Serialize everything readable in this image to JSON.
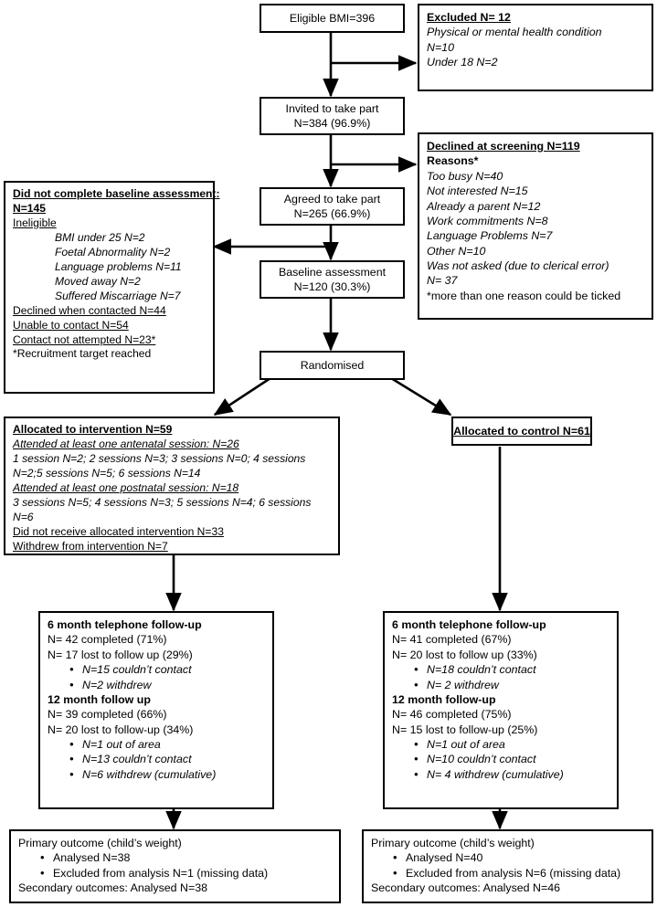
{
  "diagram": {
    "title": "CONSORT participant flow diagram",
    "line_color": "#000000",
    "box_border_color": "#000000",
    "background": "#ffffff"
  },
  "nodes": {
    "eligible": {
      "line1": "Eligible BMI=396"
    },
    "excluded": {
      "heading": "Excluded N= 12",
      "items": [
        "Physical or mental health condition",
        "N=10",
        "Under 18 N=2"
      ]
    },
    "invited": {
      "line1": "Invited to take part",
      "line2": "N=384 (96.9%)"
    },
    "declined_screening": {
      "heading": "Declined at screening N=119",
      "subheading": "Reasons*",
      "reasons": [
        "Too busy N=40",
        "Not interested N=15",
        "Already a parent N=12",
        "Work commitments N=8",
        "Language Problems N=7",
        "Other N=10",
        "Was not asked (due to clerical error)",
        "N= 37"
      ],
      "footnote": "*more than one reason could be ticked"
    },
    "agreed": {
      "line1": "Agreed to take part",
      "line2": "N=265 (66.9%)"
    },
    "not_baseline": {
      "heading": "Did not complete baseline assessment:",
      "heading2": "N=145",
      "subheading": "Ineligible",
      "reasons": [
        "BMI under 25 N=2",
        "Foetal Abnormality N=2",
        "Language problems N=11",
        "Moved away N=2",
        "Suffered Miscarriage N=7"
      ],
      "extra": [
        "Declined when contacted N=44",
        "Unable to contact N=54",
        "Contact not attempted N=23*"
      ],
      "footnote": "*Recruitment target reached"
    },
    "baseline": {
      "line1": "Baseline assessment",
      "line2": "N=120 (30.3%)"
    },
    "randomised": {
      "line1": "Randomised"
    },
    "allocated_intervention": {
      "heading": "Allocated to intervention N=59",
      "antenatal_heading": "Attended at least one antenatal session: N=26",
      "antenatal_detail": [
        "1 session N=2; 2 sessions N=3; 3 sessions N=0; 4 sessions",
        "N=2;5 sessions N=5; 6 sessions N=14"
      ],
      "postnatal_heading": "Attended at least one postnatal session: N=18",
      "postnatal_detail": [
        "3 sessions N=5; 4 sessions N=3; 5 sessions N=4; 6 sessions",
        "N=6"
      ],
      "not_received": "Did not receive allocated intervention N=33",
      "withdrew": "Withdrew from intervention N=7"
    },
    "allocated_control": {
      "heading": "Allocated to control N=61"
    },
    "followup_intervention": {
      "six_month_heading": "6 month telephone follow-up",
      "six_month_lines": [
        "N= 42 completed (71%)",
        "N= 17 lost to follow up (29%)"
      ],
      "six_month_bullets": [
        "N=15 couldn’t contact",
        "N=2 withdrew"
      ],
      "twelve_month_heading": "12 month follow up",
      "twelve_month_lines": [
        "N= 39 completed (66%)",
        "N= 20 lost to follow-up (34%)"
      ],
      "twelve_month_bullets": [
        "N=1 out of area",
        "N=13 couldn’t contact",
        "N=6 withdrew (cumulative)"
      ]
    },
    "followup_control": {
      "six_month_heading": "6 month telephone follow-up",
      "six_month_lines": [
        "N= 41 completed (67%)",
        "N= 20 lost to follow up (33%)"
      ],
      "six_month_bullets": [
        "N=18 couldn’t contact",
        "N= 2 withdrew"
      ],
      "twelve_month_heading": "12 month follow-up",
      "twelve_month_lines": [
        "N= 46 completed (75%)",
        "N= 15 lost to follow-up (25%)"
      ],
      "twelve_month_bullets": [
        "N=1 out of area",
        "N=10 couldn’t contact",
        "N= 4 withdrew (cumulative)"
      ]
    },
    "outcome_intervention": {
      "heading": "Primary outcome (child’s weight)",
      "bullets": [
        "Analysed N=38",
        "Excluded from analysis N=1 (missing data)"
      ],
      "secondary": "Secondary outcomes: Analysed N=38"
    },
    "outcome_control": {
      "heading": "Primary outcome (child’s weight)",
      "bullets": [
        "Analysed N=40",
        "Excluded from analysis N=6 (missing data)"
      ],
      "secondary": "Secondary outcomes: Analysed N=46"
    }
  }
}
